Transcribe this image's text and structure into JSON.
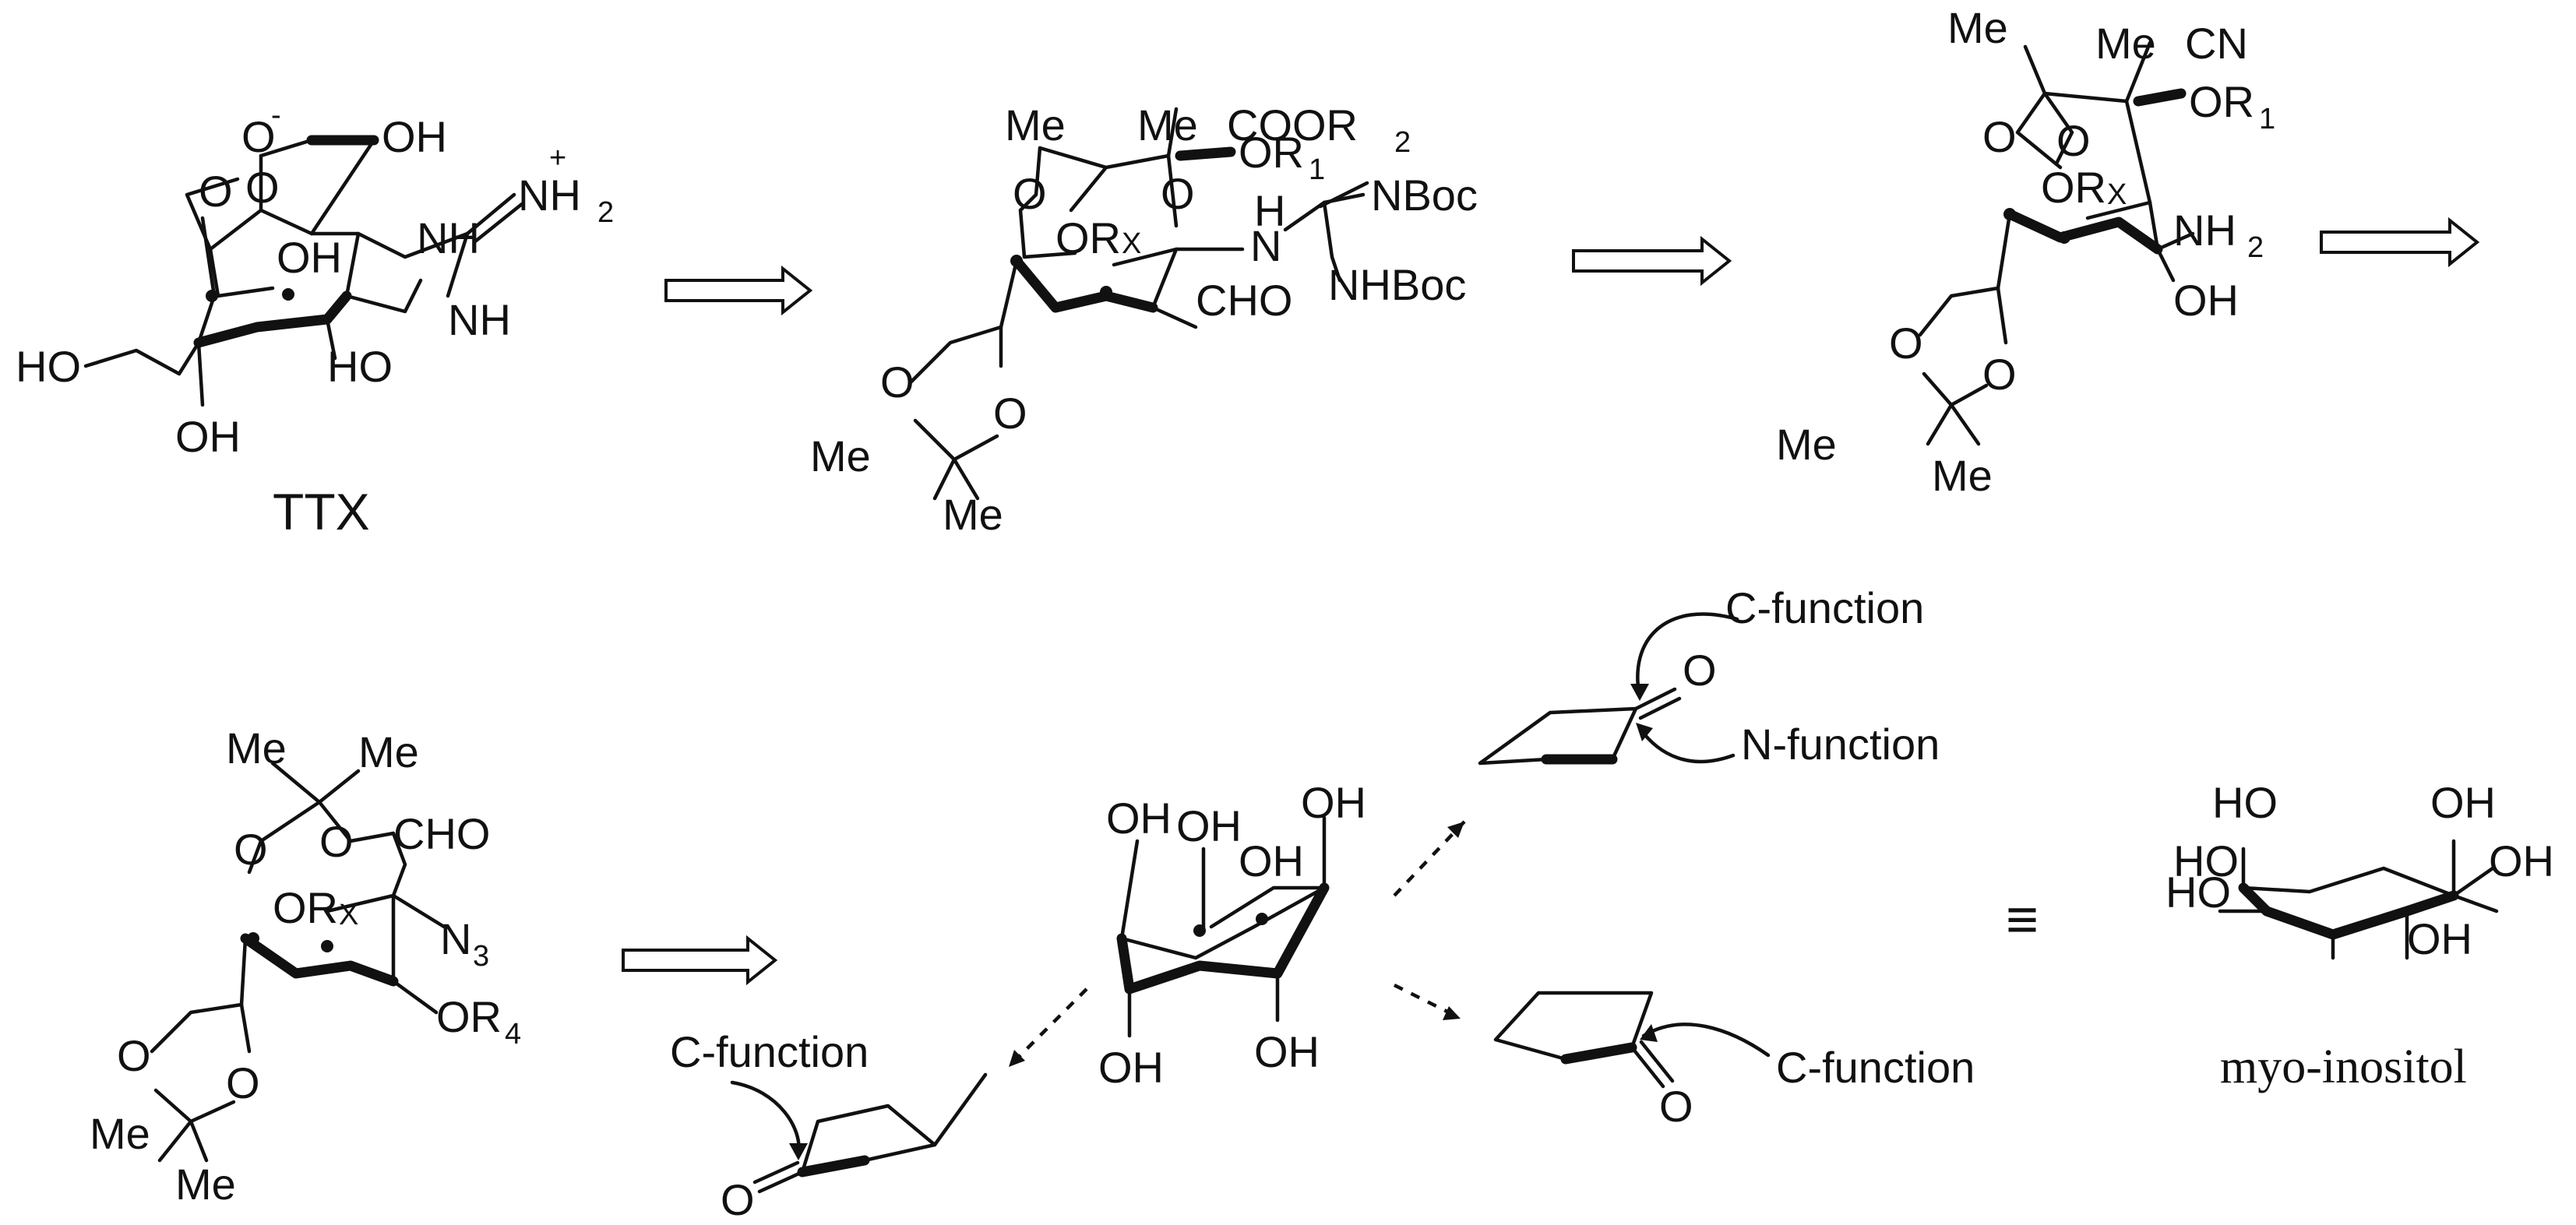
{
  "molecules": {
    "ttx": {
      "atoms": [
        "O",
        "OH",
        "NH",
        "NH",
        "OH",
        "HO",
        "HO",
        "OH",
        "O",
        "O"
      ],
      "charge_minus_O": "O",
      "minus": "-",
      "plus": "+",
      "nh2": "NH",
      "nh2_sub": "2",
      "caption": "TTX"
    },
    "intermediate1": {
      "me1": "Me",
      "me2": "Me",
      "coor": "COOR",
      "coor_sub": "2",
      "or1": "OR",
      "or1_sub": "1",
      "nboc": "NBoc",
      "nhboc": "NHBoc",
      "h": "H",
      "n": "N",
      "orx": "OR",
      "x": "X",
      "cho": "CHO",
      "o1": "O",
      "o2": "O",
      "o3": "O",
      "o4": "O",
      "me3": "Me",
      "me4": "Me"
    },
    "intermediate2": {
      "me1": "Me",
      "me2": "Me",
      "cn": "CN",
      "or1": "OR",
      "or1_sub": "1",
      "orx": "OR",
      "x": "X",
      "nh2": "NH",
      "nh2_sub": "2",
      "oh": "OH",
      "o1": "O",
      "o2": "O",
      "o3": "O",
      "o4": "O",
      "me3": "Me",
      "me4": "Me"
    },
    "intermediate3": {
      "me1": "Me",
      "me2": "Me",
      "cho": "CHO",
      "orx": "OR",
      "x": "X",
      "n3": "N",
      "n3_sub": "3",
      "or4": "OR",
      "or4_sub": "4",
      "o1": "O",
      "o2": "O",
      "o3": "O",
      "o4": "O",
      "me3": "Me",
      "me4": "Me"
    },
    "inositol_chair": {
      "oh_labels": [
        "OH",
        "OH",
        "OH",
        "OH",
        "OH",
        "OH"
      ]
    },
    "ketone_top": {
      "o": "O",
      "c_function": "C-function",
      "n_function": "N-function"
    },
    "ketone_mid": {
      "o": "O",
      "c_function": "C-function"
    },
    "ketone_left": {
      "o": "O",
      "c_function": "C-function"
    },
    "myo_inositol": {
      "labels": [
        "HO",
        "OH",
        "HO",
        "OH",
        "HO",
        "OH"
      ],
      "caption": "myo-inositol"
    }
  },
  "equivalence_symbol": "≡"
}
